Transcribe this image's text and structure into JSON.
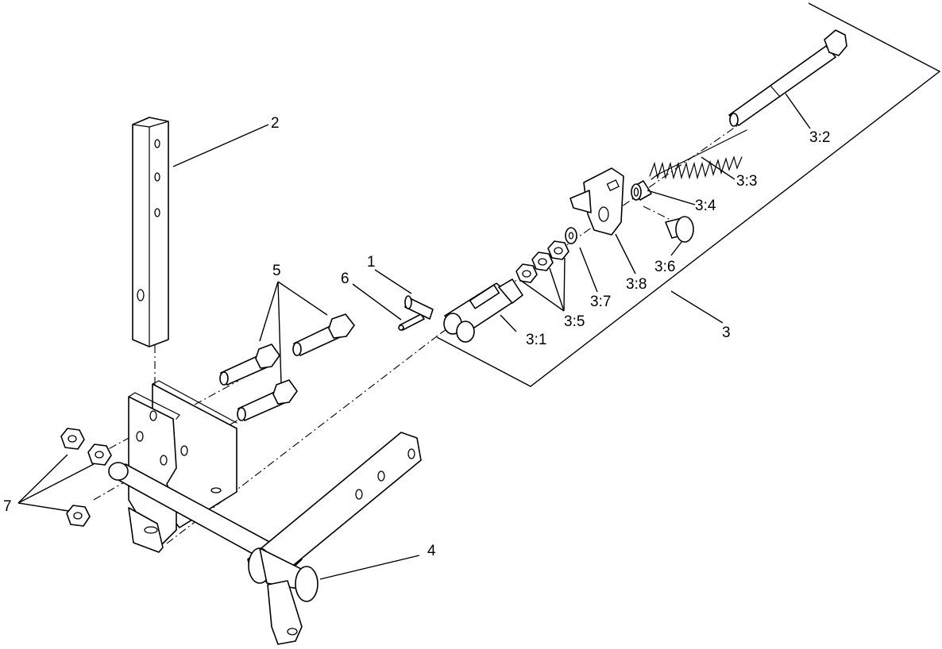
{
  "diagram": {
    "callouts": {
      "c1": "1",
      "c2": "2",
      "c3": "3",
      "c4": "4",
      "c5": "5",
      "c6": "6",
      "c7": "7",
      "c3_1": "3:1",
      "c3_2": "3:2",
      "c3_3": "3:3",
      "c3_4": "3:4",
      "c3_5": "3:5",
      "c3_6": "3:6",
      "c3_7": "3:7",
      "c3_8": "3:8"
    }
  }
}
